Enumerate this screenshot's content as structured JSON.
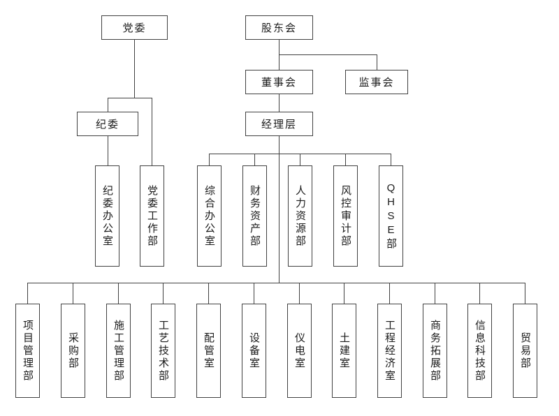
{
  "chart": {
    "type": "org-chart",
    "governance": {
      "party_committee": "党委",
      "shareholders": "股东会",
      "board": "董事会",
      "supervisory_board": "监事会",
      "discipline_committee": "纪委",
      "management": "经理层"
    },
    "party_departments": {
      "discipline_office": "纪委办公室",
      "party_work_dept": "党委工作部"
    },
    "functional_departments": {
      "general_office": "综合办公室",
      "finance_assets": "财务资产部",
      "human_resources": "人力资源部",
      "risk_audit": "风控审计部",
      "qhse": "QHSE部"
    },
    "business_departments": {
      "project_management": "项目管理部",
      "procurement": "采购部",
      "construction_management": "施工管理部",
      "process_technology": "工艺技术部",
      "piping": "配管室",
      "equipment": "设备室",
      "instrument_electrical": "仪电室",
      "civil_engineering": "土建室",
      "engineering_economics": "工程经济室",
      "business_development": "商务拓展部",
      "information_technology": "信息科技部",
      "trade": "贸易部"
    },
    "line_color": "#404040"
  }
}
